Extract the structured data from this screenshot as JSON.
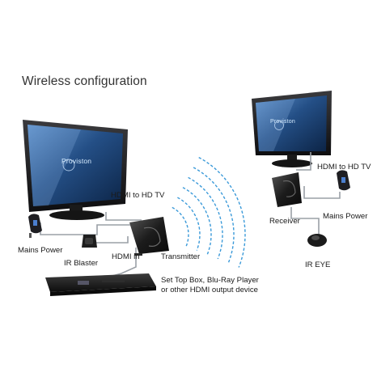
{
  "title": "Wireless configuration",
  "brand_text": "Proviston",
  "labels": {
    "hdmi_to_tv_left": "HDMI to HD TV",
    "mains_power_left": "Mains Power",
    "ir_blaster": "IR Blaster",
    "hdmi_in": "HDMI in",
    "transmitter": "Transmitter",
    "source_device": "Set Top Box, Blu-Ray Player or other HDMI output device",
    "hdmi_to_tv_right": "HDMI to HD TV",
    "receiver": "Receiver",
    "mains_power_right": "Mains Power",
    "ir_eye": "IR EYE"
  },
  "colors": {
    "tv_bezel": "#1b1b1d",
    "screen": "#1f4f86",
    "signal_waves": "#3b9ad9",
    "cable": "#9aa0a6",
    "device_body": "#222222"
  }
}
